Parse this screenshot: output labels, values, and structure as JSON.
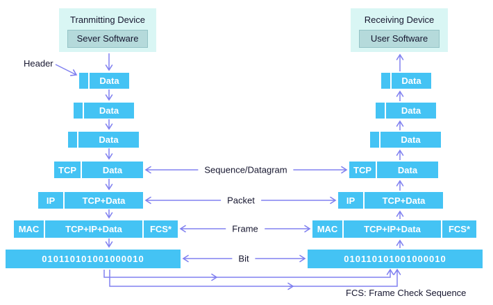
{
  "transmitter": {
    "title": "Tranmitting Device",
    "software": "Sever Software",
    "rows": {
      "app1": {
        "data": "Data"
      },
      "app2": {
        "data": "Data"
      },
      "app3": {
        "data": "Data"
      },
      "tcp": {
        "header": "TCP",
        "data": "Data"
      },
      "ip": {
        "header": "IP",
        "data": "TCP+Data"
      },
      "mac": {
        "header": "MAC",
        "data": "TCP+IP+Data",
        "fcs": "FCS*"
      },
      "bit": {
        "data": "010110101001000010"
      }
    }
  },
  "receiver": {
    "title": "Receiving Device",
    "software": "User Software",
    "rows": {
      "app1": {
        "data": "Data"
      },
      "app2": {
        "data": "Data"
      },
      "app3": {
        "data": "Data"
      },
      "tcp": {
        "header": "TCP",
        "data": "Data"
      },
      "ip": {
        "header": "IP",
        "data": "TCP+Data"
      },
      "mac": {
        "header": "MAC",
        "data": "TCP+IP+Data",
        "fcs": "FCS*"
      },
      "bit": {
        "data": "010110101001000010"
      }
    }
  },
  "annotations": {
    "header_label": "Header",
    "sequence": "Sequence/Datagram",
    "packet": "Packet",
    "frame": "Frame",
    "bit": "Bit",
    "footnote": "FCS: Frame Check Sequence"
  },
  "colors": {
    "box_blue": "#44c3f4",
    "device_bg": "#d9f6f4",
    "software_bg": "#b5dadb",
    "arrow": "#8080f0"
  }
}
